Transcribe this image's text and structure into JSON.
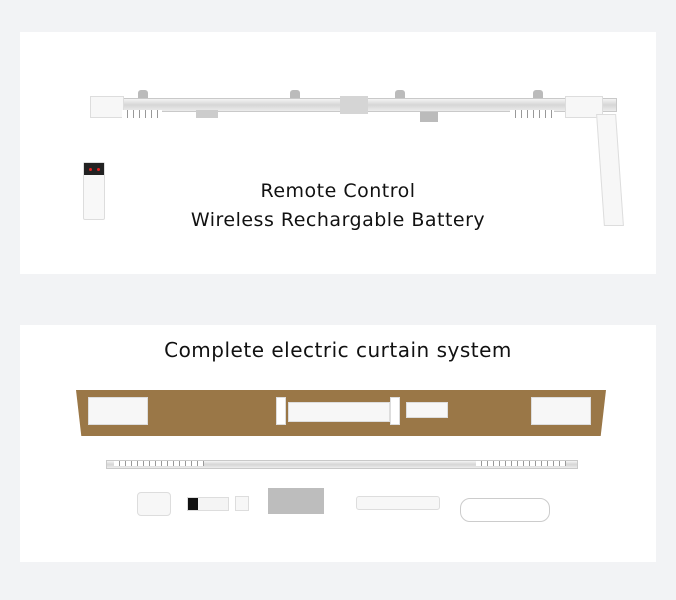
{
  "panel1": {
    "caption_line1": "Remote Control",
    "caption_line2": "Wireless Rechargable Battery"
  },
  "panel2": {
    "title": "Complete electric curtain system"
  },
  "colors": {
    "background": "#f2f3f5",
    "card": "#ffffff",
    "box": "#9a7747",
    "remote_led": "#e02020"
  }
}
